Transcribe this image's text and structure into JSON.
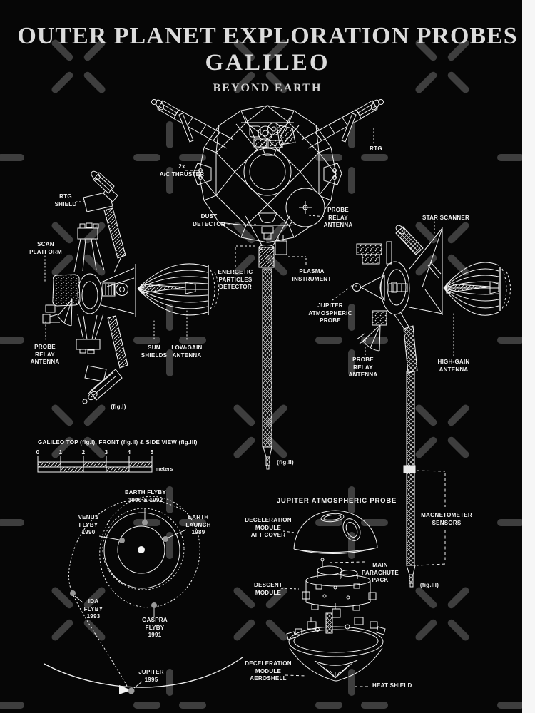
{
  "colors": {
    "background": "#060606",
    "line": "#f4f4f4",
    "watermark": "#3e3e3e",
    "edge_strip": "#f6f6f6",
    "marker_gray": "#999999"
  },
  "title": {
    "line1": "OUTER PLANET EXPLORATION PROBES",
    "line2": "GALILEO",
    "subtitle": "BEYOND EARTH"
  },
  "figure_top": {
    "caption": "(fig.II)",
    "labels": {
      "rtg": "RTG",
      "ac_thruster": "2x\nA/C THRUSTER",
      "dust_detector": "DUST\nDETECTOR",
      "probe_relay_antenna": "PROBE\nRELAY\nANTENNA",
      "energetic_particles_detector": "ENERGETIC\nPARTICLES\nDETECTOR",
      "plasma_instrument": "PLASMA\nINSTRUMENT"
    }
  },
  "figure_left": {
    "caption": "(fig.I)",
    "labels": {
      "rtg_shield": "RTG\nSHIELD",
      "scan_platform": "SCAN\nPLATFORM",
      "probe_relay_antenna": "PROBE\nRELAY\nANTENNA",
      "sun_shields": "SUN\nSHIELDS",
      "low_gain_antenna": "LOW-GAIN\nANTENNA"
    }
  },
  "figure_right": {
    "caption": "(fig.III)",
    "labels": {
      "star_scanner": "STAR SCANNER",
      "jupiter_atmospheric_probe": "JUPITER\nATMOSPHERIC\nPROBE",
      "probe_relay_antenna": "PROBE\nRELAY\nANTENNA",
      "high_gain_antenna": "HIGH-GAIN\nANTENNA",
      "magnetometer_sensors": "MAGNETOMETER\nSENSORS"
    }
  },
  "scale_bar": {
    "caption": "GALILEO TOP (fig.I), FRONT (fig.II) & SIDE VIEW (fig.III)",
    "ticks": [
      "0",
      "1",
      "2",
      "3",
      "4",
      "5"
    ],
    "unit": "meters"
  },
  "trajectory": {
    "labels": {
      "earth_flyby": "EARTH FLYBY\n1990 & 1992",
      "venus_flyby": "VENUS\nFLYBY\n1990",
      "earth_launch": "EARTH\nLAUNCH\n1989",
      "ida_flyby": "IDA\nFLYBY\n1993",
      "gaspra_flyby": "GASPRA\nFLYBY\n1991",
      "jupiter": "JUPITER\n1995"
    }
  },
  "probe_diagram": {
    "heading": "JUPITER ATMOSPHERIC PROBE",
    "labels": {
      "aft_cover": "DECELERATION\nMODULE\nAFT COVER",
      "main_parachute": "MAIN\nPARACHUTE\nPACK",
      "descent_module": "DESCENT\nMODULE",
      "aeroshell": "DECELERATION\nMODULE\nAEROSHELL",
      "heat_shield": "HEAT SHIELD"
    }
  }
}
